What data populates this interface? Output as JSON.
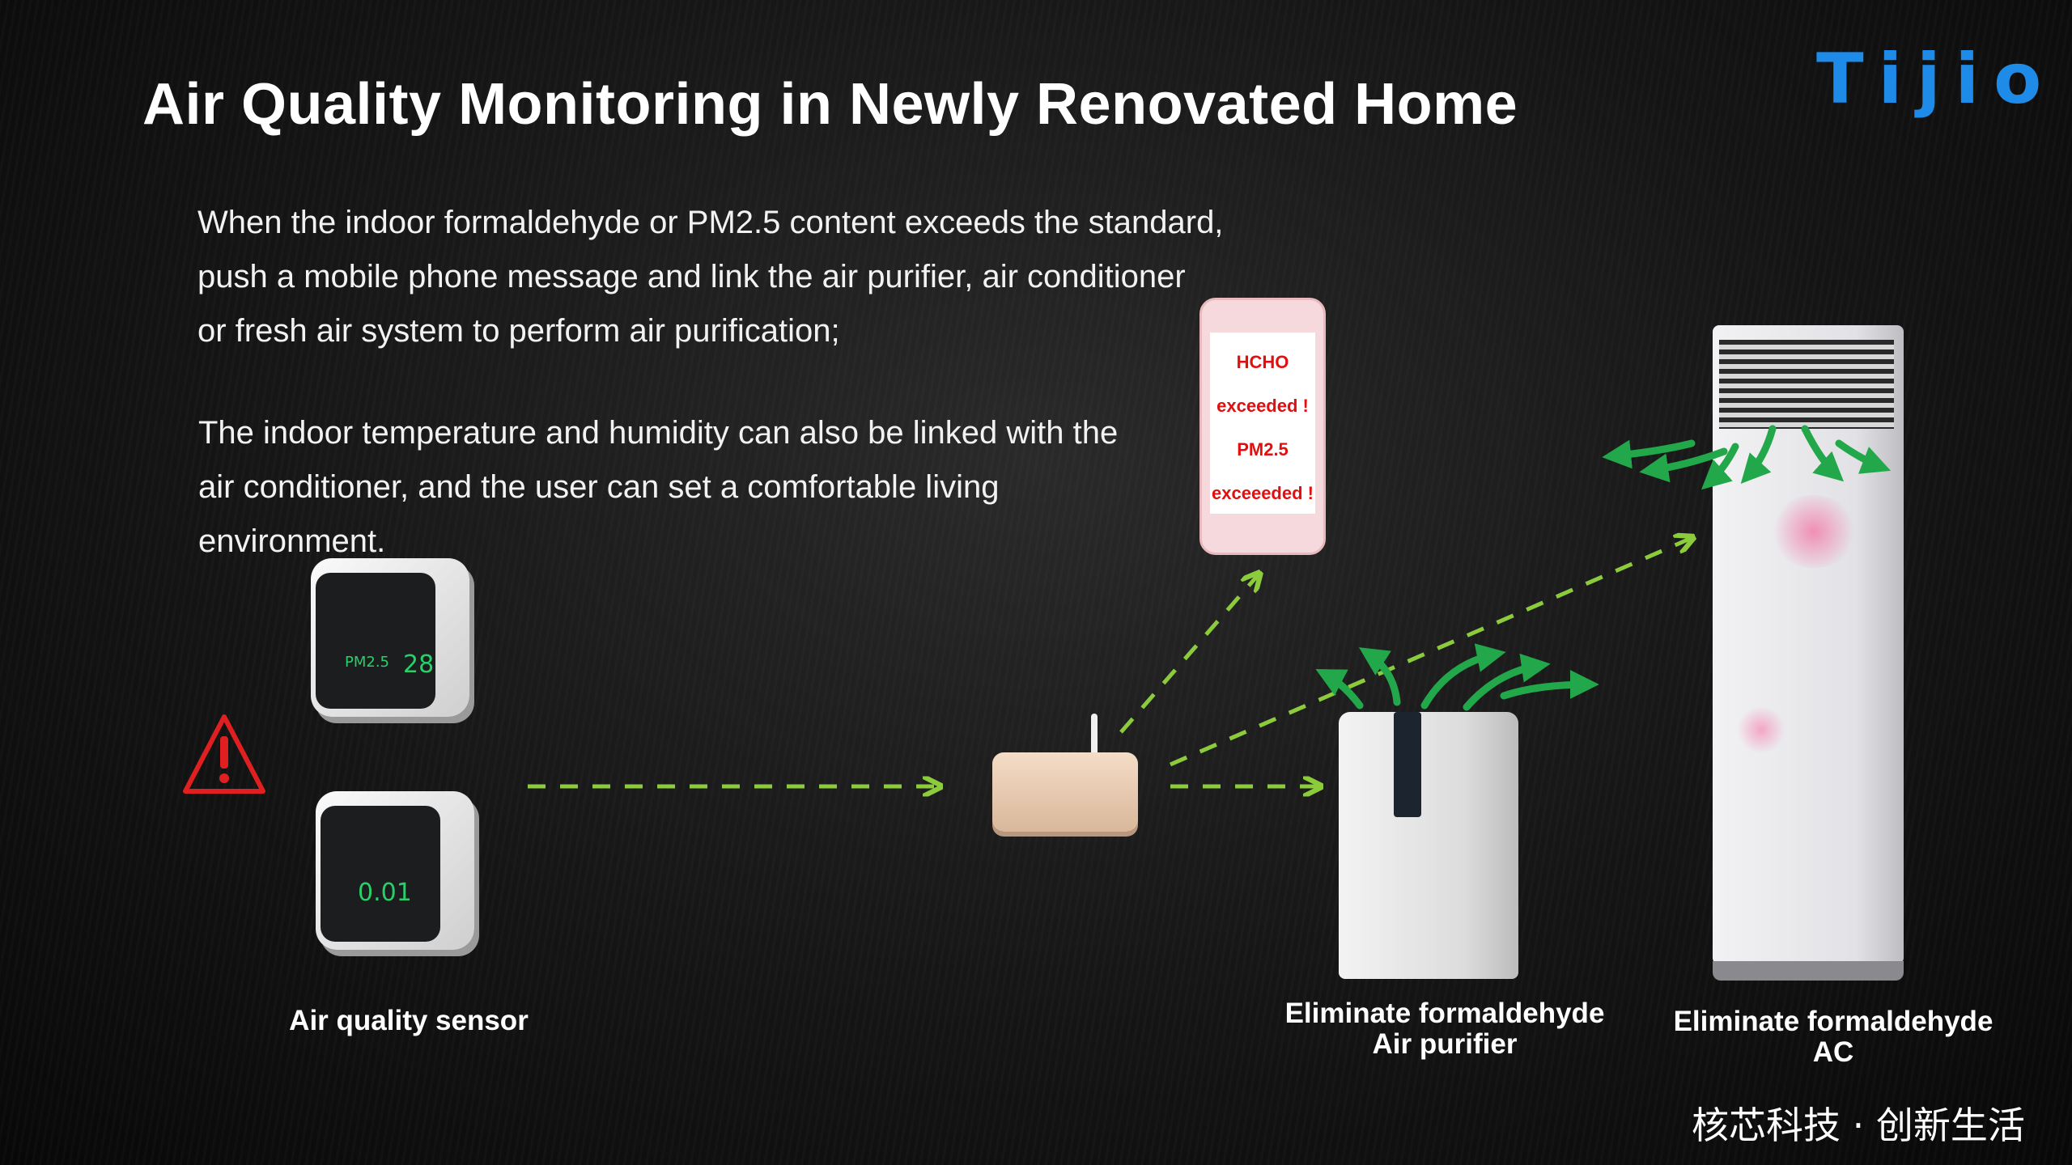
{
  "header": {
    "title": "Air Quality Monitoring in Newly Renovated Home",
    "logo_text": "Tijio"
  },
  "description": {
    "para1": [
      "When the indoor formaldehyde or PM2.5 content exceeds the standard,",
      "push a mobile phone message and link the air purifier, air conditioner",
      "or fresh air system to perform air purification;"
    ],
    "para2": [
      "The indoor temperature and humidity can also be linked with the",
      "air conditioner, and the user can set a comfortable living",
      "environment."
    ]
  },
  "phone": {
    "lines": [
      "HCHO",
      "exceeded !",
      "PM2.5",
      "exceeeded !"
    ],
    "alert_color": "#e01010"
  },
  "sensors": {
    "top": {
      "label": "PM2.5",
      "value": "28"
    },
    "bottom": {
      "value": "0.01"
    }
  },
  "captions": {
    "sensor": "Air quality sensor",
    "purifier": [
      "Eliminate formaldehyde",
      "Air purifier"
    ],
    "ac": [
      "Eliminate formaldehyde",
      "AC"
    ]
  },
  "footer": {
    "slogan": "核芯科技 · 创新生活"
  },
  "colors": {
    "accent": "#1e8be8",
    "arrow": "#8ccc3c",
    "airflow": "#22a84a",
    "warning": "#e02020"
  },
  "icons": [
    "warning-icon",
    "phone-icon",
    "gateway-icon",
    "air-sensor-icon",
    "air-purifier-icon",
    "air-conditioner-icon"
  ]
}
